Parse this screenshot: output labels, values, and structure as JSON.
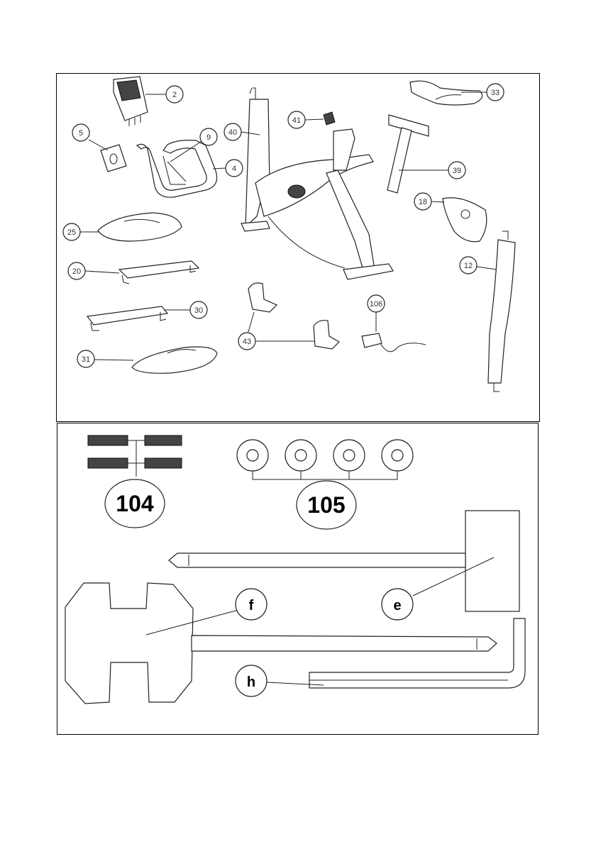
{
  "parts_top": [
    {
      "id": "2",
      "label": "2"
    },
    {
      "id": "5",
      "label": "5"
    },
    {
      "id": "9",
      "label": "9"
    },
    {
      "id": "4",
      "label": "4"
    },
    {
      "id": "25",
      "label": "25"
    },
    {
      "id": "20",
      "label": "20"
    },
    {
      "id": "30",
      "label": "30"
    },
    {
      "id": "31",
      "label": "31"
    },
    {
      "id": "40",
      "label": "40"
    },
    {
      "id": "41",
      "label": "41"
    },
    {
      "id": "43",
      "label": "43"
    },
    {
      "id": "106",
      "label": "106"
    },
    {
      "id": "33",
      "label": "33"
    },
    {
      "id": "39",
      "label": "39"
    },
    {
      "id": "18",
      "label": "18"
    },
    {
      "id": "12",
      "label": "12"
    }
  ],
  "parts_bottom": {
    "bolts": "104",
    "washers": "105",
    "tool_e": "e",
    "tool_f": "f",
    "tool_h": "h"
  }
}
